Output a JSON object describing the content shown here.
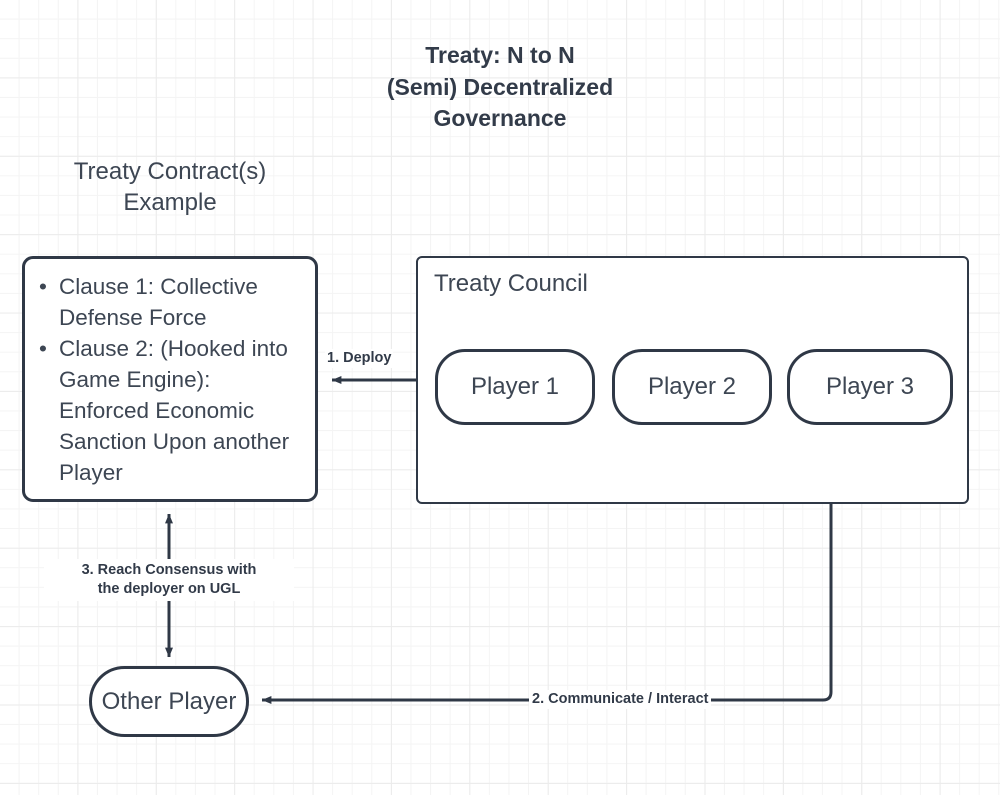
{
  "diagram": {
    "title": "Treaty: N to N\n(Semi) Decentralized\nGovernance",
    "caption": "Treaty Contract(s)\nExample",
    "contract_box": {
      "name": "Treaty Contract(s) Example",
      "clauses": [
        "Clause 1: Collective Defense Force",
        "Clause 2: (Hooked into Game Engine): Enforced Economic Sanction Upon another Player"
      ]
    },
    "council": {
      "label": "Treaty Council",
      "members": [
        {
          "label": "Player 1"
        },
        {
          "label": "Player 2"
        },
        {
          "label": "Player 3"
        }
      ]
    },
    "other_player": {
      "label": "Other Player"
    },
    "edges": [
      {
        "id": "deploy",
        "label": "1. Deploy",
        "from": "Treaty Council",
        "to": "Treaty Contract(s)",
        "direction": "left"
      },
      {
        "id": "communicate",
        "label": "2. Communicate / Interact",
        "from": "Treaty Council",
        "to": "Other Player",
        "direction": "left"
      },
      {
        "id": "consensus",
        "label": "3. Reach Consensus with\nthe deployer on UGL",
        "from": "Treaty Contract(s)",
        "to": "Other Player",
        "direction": "both"
      }
    ],
    "colors": {
      "stroke": "#2f3846",
      "text": "#3d4653",
      "title": "#323b49",
      "background": "#ffffff",
      "grid_minor": "#f4f4f4",
      "grid_major": "#ebebeb"
    }
  }
}
